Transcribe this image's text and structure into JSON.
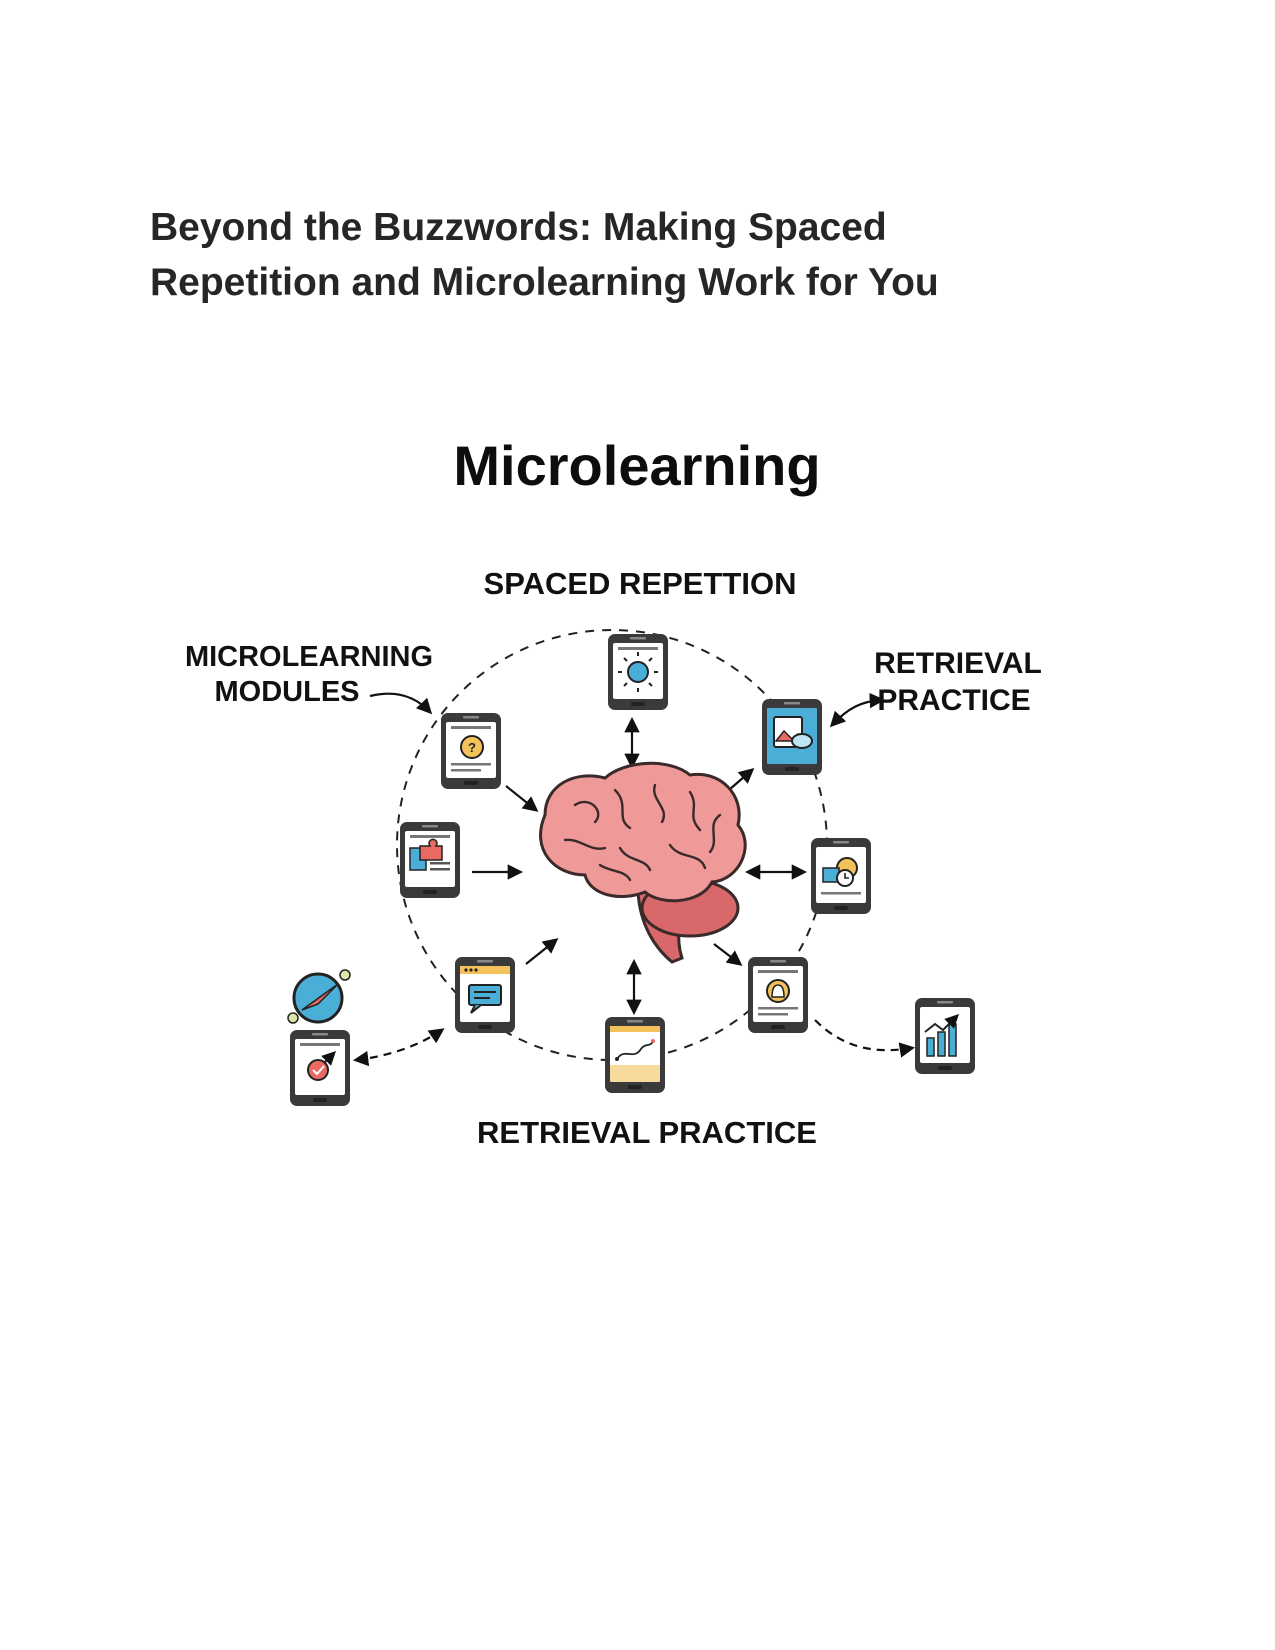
{
  "document": {
    "title_line_1": "Beyond the Buzzwords: Making Spaced",
    "title_line_2": "Repetition and Microlearning Work for You"
  },
  "diagram": {
    "heading": "Microlearning",
    "label_spaced_repetition": "SPACED REPETTION",
    "label_modules_line_1": "MICROLEARNING",
    "label_modules_line_2": "MODULES",
    "label_retrieval_right_line_1": "RETRIEVAL",
    "label_retrieval_right_line_2": "PRACTICE",
    "label_retrieval_bottom": "RETRIEVAL PRACTICE",
    "icons": [
      "sun-lightbulb-screen-icon",
      "question-bubble-screen-icon",
      "picture-cloud-screen-icon",
      "puzzle-screen-icon",
      "gear-clock-screen-icon",
      "chat-message-screen-icon",
      "bell-screen-icon",
      "path-map-screen-icon",
      "target-check-screen-icon",
      "bar-chart-growth-screen-icon",
      "compass-icon",
      "brain-icon"
    ],
    "colors": {
      "brain": "#ef9a98",
      "brain_dark": "#d9686a",
      "accent_blue": "#4aaed6",
      "accent_yellow": "#f4c25a",
      "accent_red": "#e86a62",
      "device": "#3a3a3a"
    }
  }
}
